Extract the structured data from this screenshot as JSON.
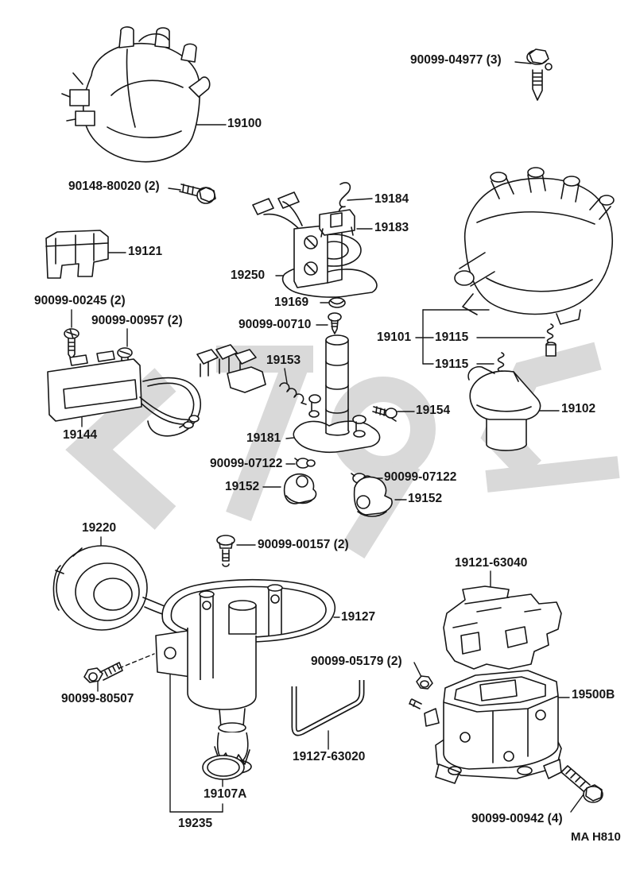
{
  "page": {
    "code": "MA H810",
    "background": "#ffffff"
  },
  "colors": {
    "ink": "#161616",
    "watermark": "#d9d9d9",
    "background": "#ffffff"
  },
  "labels": {
    "p19100": "19100",
    "b90099_04977": "90099-04977 (3)",
    "b90148_80020": "90148-80020 (2)",
    "p19121": "19121",
    "b90099_00245": "90099-00245 (2)",
    "b90099_00957": "90099-00957 (2)",
    "p19184": "19184",
    "p19183": "19183",
    "p19250": "19250",
    "p19169": "19169",
    "b90099_00710": "90099-00710",
    "p19101": "19101",
    "p19115_upper": "19115",
    "p19115_lower": "19115",
    "p19153": "19153",
    "p19154": "19154",
    "p19102": "19102",
    "p19144": "19144",
    "p19181": "19181",
    "b90099_07122_left": "90099-07122",
    "p19152_left": "19152",
    "b90099_07122_right": "90099-07122",
    "p19152_right": "19152",
    "p19220": "19220",
    "b90099_00157": "90099-00157 (2)",
    "p19121_63040": "19121-63040",
    "p19127": "19127",
    "b90099_05179": "90099-05179 (2)",
    "b90099_80507": "90099-80507",
    "p19500B": "19500B",
    "p19127_63020": "19127-63020",
    "p19107A": "19107A",
    "p19235": "19235",
    "b90099_00942": "90099-00942 (4)",
    "page_code": "MA H810"
  },
  "icons": {
    "bolt": "bolt-icon",
    "screw": "screw-icon",
    "spring": "spring-icon",
    "nut": "nut-icon",
    "clip": "clip-icon",
    "o_ring": "o-ring-icon",
    "carbon_point_spring": "spring-carbon-icon",
    "watermark": "vendor-watermark-logo"
  }
}
